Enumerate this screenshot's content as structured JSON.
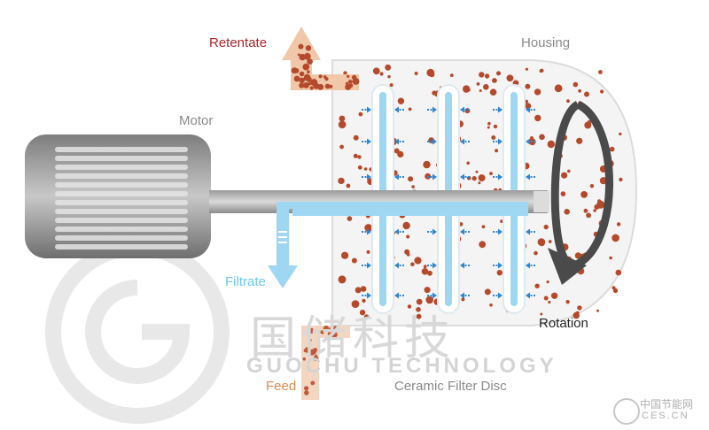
{
  "labels": {
    "retentate": "Retentate",
    "housing": "Housing",
    "motor": "Motor",
    "filtrate": "Filtrate",
    "rotation": "Rotation",
    "feed": "Feed",
    "ceramic_filter_disc": "Ceramic Filter Disc"
  },
  "watermark": {
    "line1": "国储科技",
    "line2": "GUOCHU TECHNOLOGY",
    "corner": "中国节能网",
    "corner_sub": "CES.CN"
  },
  "colors": {
    "retentate": "#a8262a",
    "filtrate": "#6fc6ee",
    "feed": "#e08a4a",
    "pipe": "#9fd6f2",
    "particle": "#b5492c",
    "motor": "#8c8c8c",
    "housing": "#f3f3f3",
    "arrow": "#2f86d0"
  }
}
